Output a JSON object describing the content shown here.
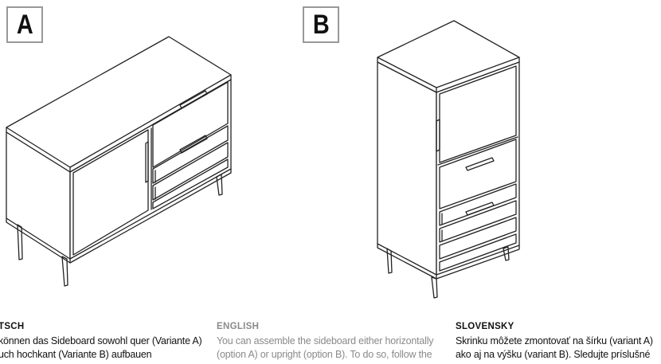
{
  "labels": {
    "a": "A",
    "b": "B"
  },
  "columns": [
    {
      "heading": "TSCH",
      "lines": [
        "können das Sideboard sowohl quer (Variante A)",
        "uch hochkant (Variante B) aufbauen"
      ],
      "color": "#111111"
    },
    {
      "heading": "ENGLISH",
      "lines": [
        "You can assemble the sideboard either horizontally",
        "(option A) or upright (option B). To do so, follow the"
      ],
      "color": "#8a8a8a"
    },
    {
      "heading": "SLOVENSKY",
      "lines": [
        "Skrinku môžete zmontovať na šírku (variant A)",
        "ako aj na výšku (variant B). Sledujte príslušné"
      ],
      "color": "#111111"
    }
  ]
}
